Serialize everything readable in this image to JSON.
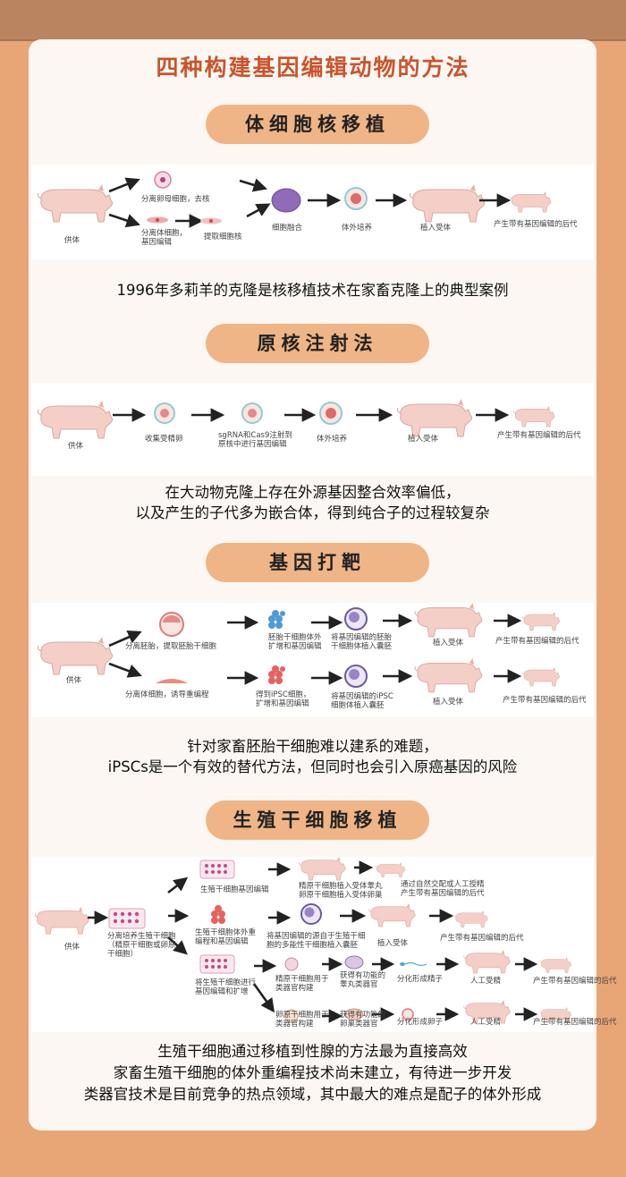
{
  "title": "四种构建基因编辑动物的方法",
  "colors": {
    "accent": "#c9542c",
    "pill": "#efb586",
    "frame": "#e8a676"
  },
  "sections": [
    {
      "heading": "体细胞核移植",
      "labels": {
        "donor": "供体",
        "oocyte": "分离卵母细胞，去核",
        "somatic": "分离体细胞，\n基因编辑",
        "nucleus": "提取细胞核",
        "fusion": "细胞融合",
        "culture": "体外培养",
        "implant": "植入受体",
        "offspring": "产生带有基因编辑的后代"
      },
      "caption": "1996年多莉羊的克隆是核移植技术在家畜克隆上的典型案例"
    },
    {
      "heading": "原核注射法",
      "labels": {
        "donor": "供体",
        "zygote": "收集受精卵",
        "inject": "sgRNA和Cas9注射到\n原核中进行基因编辑",
        "culture": "体外培养",
        "implant": "植入受体",
        "offspring": "产生带有基因编辑的后代"
      },
      "caption_lines": [
        "在大动物克隆上存在外源基因整合效率偏低，",
        "以及产生的子代多为嵌合体，得到纯合子的过程较复杂"
      ]
    },
    {
      "heading": "基因打靶",
      "labels": {
        "donor": "供体",
        "embryo": "分离胚胎，提取胚胎干细胞",
        "esc": "胚胎干细胞体外\n扩增和基因编辑",
        "esc_inject": "将基因编辑的胚胎\n干细胞体植入囊胚",
        "implant1": "植入受体",
        "offspring1": "产生带有基因编辑的后代",
        "somatic": "分离体细胞，诱导重编程",
        "ipsc": "得到iPSC细胞，\n扩增和基因编辑",
        "ipsc_inject": "将基因编辑的iPSC\n细胞体植入囊胚",
        "implant2": "植入受体",
        "offspring2": "产生带有基因编辑的后代"
      },
      "caption_lines": [
        "针对家畜胚胎干细胞难以建系的难题，",
        "iPSCs是一个有效的替代方法，但同时也会引入原癌基因的风险"
      ]
    },
    {
      "heading": "生殖干细胞移植",
      "labels": {
        "donor": "供体",
        "culture": "分离培养生殖干细胞\n（精原干细胞或卵原\n干细胞）",
        "edit1": "生殖干细胞基因编辑",
        "transplant": "精原干细胞植入受体睾丸\n卵原干细胞植入受体卵巢",
        "natural": "通过自然交配或人工授精\n产生带有基因编辑的后代",
        "edit2": "生殖干细胞体外重\n编程和基因编辑",
        "pluri": "将基因编辑的源自于生殖干细\n胞的多能性干细胞植入囊胚",
        "implant": "植入受体",
        "offspring": "产生带有基因编辑的后代",
        "edit3": "将生殖干细胞进行\n基因编辑和扩增",
        "sperm_org": "精原干细胞用于\n类器官构建",
        "testis": "获得有功能的\n睾丸类器官",
        "sperm": "分化形成精子",
        "ai1": "人工受精",
        "offspring3": "产生带有基因编辑的后代",
        "egg_org": "卵原干细胞用于\n类器官构建",
        "ovary": "获得有功能的\n卵巢类器官",
        "egg": "分化形成卵子",
        "ai2": "人工受精",
        "offspring4": "产生带有基因编辑的后代"
      },
      "caption_lines": [
        "生殖干细胞通过移植到性腺的方法最为直接高效",
        "家畜生殖干细胞的体外重编程技术尚未建立，有待进一步开发",
        "类器官技术是目前竞争的热点领域，其中最大的难点是配子的体外形成"
      ]
    }
  ]
}
